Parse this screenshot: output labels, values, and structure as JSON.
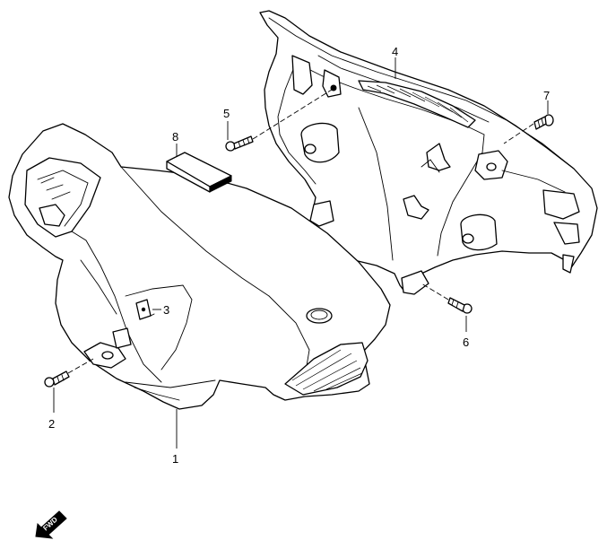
{
  "callouts": {
    "part_1": "1",
    "part_2": "2",
    "part_3": "3",
    "part_4": "4",
    "part_5": "5",
    "part_6": "6",
    "part_7": "7",
    "part_8": "8"
  },
  "direction_arrow": {
    "label": "FWD"
  },
  "colors": {
    "line": "#000000",
    "background": "#ffffff"
  }
}
